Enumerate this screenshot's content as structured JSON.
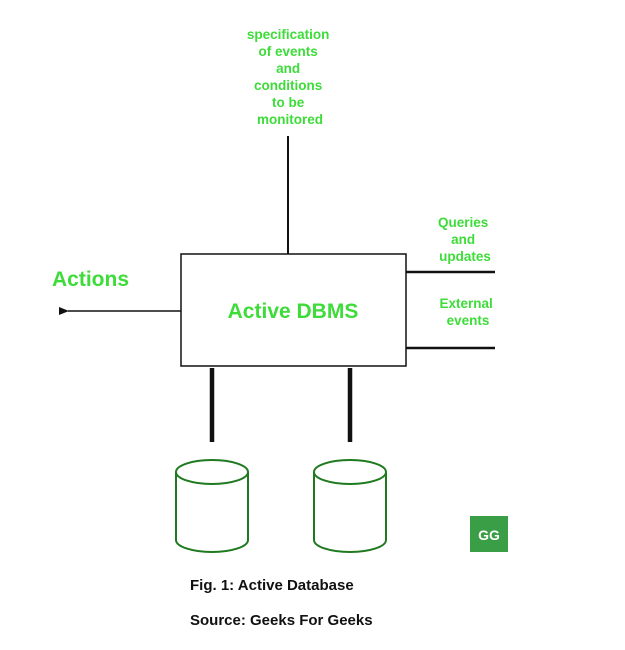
{
  "diagram": {
    "top_label_lines": [
      "specification",
      "of events",
      "and",
      "conditions",
      "to be",
      "monitored"
    ],
    "box_label": "Active DBMS",
    "actions_label": "Actions",
    "queries_label_lines": [
      "Queries",
      "and",
      "updates"
    ],
    "external_label_lines": [
      "External",
      "events"
    ],
    "logo_text": "GG",
    "colors": {
      "label_green": "#3ddc39",
      "database_green": "#1f7a1f",
      "line_black": "#111111",
      "logo_bg": "#3a9e46"
    }
  },
  "caption": {
    "figure": "Fig. 1: Active Database",
    "source": "Source: Geeks For Geeks"
  }
}
